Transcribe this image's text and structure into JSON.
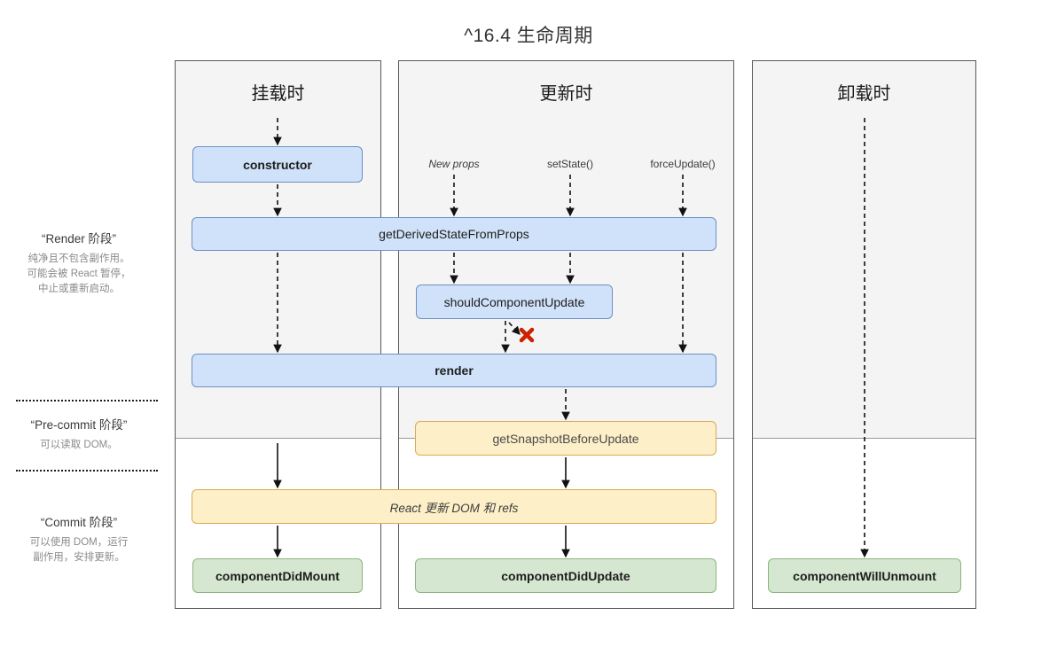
{
  "title": "^16.4 生命周期",
  "legend": {
    "render": {
      "title": "“Render 阶段”",
      "body": "纯净且不包含副作用。\n可能会被 React 暂停，\n中止或重新启动。"
    },
    "precommit": {
      "title": "“Pre-commit 阶段”",
      "body": "可以读取 DOM。"
    },
    "commit": {
      "title": "“Commit 阶段”",
      "body": "可以使用 DOM，运行\n副作用，安排更新。"
    }
  },
  "columns": {
    "mount": {
      "header": "挂载时"
    },
    "update": {
      "header": "更新时"
    },
    "unmount": {
      "header": "卸载时"
    }
  },
  "triggers": {
    "new_props": "New props",
    "set_state": "setState()",
    "force_update": "forceUpdate()"
  },
  "nodes": {
    "constructor": "constructor",
    "get_derived_state_from_props": "getDerivedStateFromProps",
    "should_component_update": "shouldComponentUpdate",
    "render": "render",
    "get_snapshot_before_update": "getSnapshotBeforeUpdate",
    "react_updates_dom": "React 更新 DOM 和 refs",
    "component_did_mount": "componentDidMount",
    "component_did_update": "componentDidUpdate",
    "component_will_unmount": "componentWillUnmount"
  },
  "markers": {
    "abort_x": "✕"
  },
  "colors": {
    "render_phase_fill": "#d0e2f9",
    "render_phase_stroke": "#6d8fc4",
    "precommit_fill": "#fdefc8",
    "precommit_stroke": "#d9ab52",
    "commit_fill": "#d6e7d1",
    "commit_stroke": "#8bb57e",
    "panel_bg": "#f4f4f4",
    "abort_marker": "#cc2200"
  }
}
